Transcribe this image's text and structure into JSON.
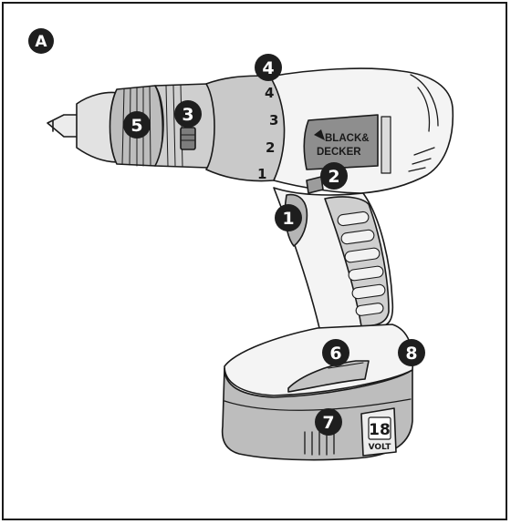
{
  "figure": {
    "panel_label": "A",
    "brand_top": "BLACK&",
    "brand_bottom": "DECKER",
    "battery_voltage": "18",
    "battery_unit": "VOLT",
    "torque_settings": [
      "1",
      "2",
      "3",
      "4"
    ],
    "callouts": [
      "1",
      "2",
      "3",
      "4",
      "5",
      "6",
      "7",
      "8"
    ]
  },
  "colors": {
    "outline": "#1a1a1a",
    "callout_fill": "#1e1e1e",
    "body_light": "#f4f4f4",
    "grey_medium": "#c8c8c8",
    "grey_dark": "#a9a9a9",
    "badge_dark": "#8e8e8e"
  }
}
